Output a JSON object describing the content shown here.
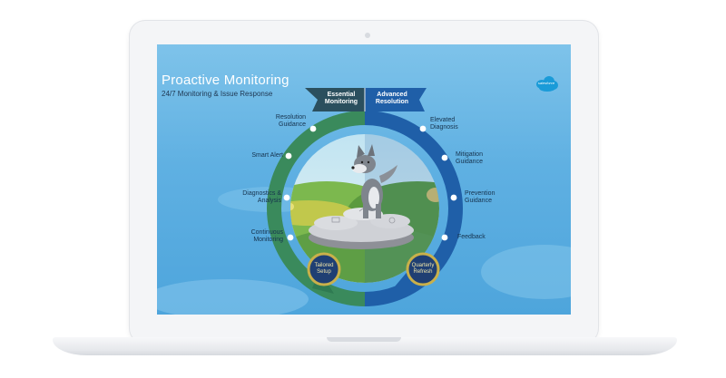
{
  "slide": {
    "title": "Proactive Monitoring",
    "subtitle": "24/7 Monitoring & Issue Response",
    "logo_text": "salesforce"
  },
  "banner": {
    "left": "Essential Monitoring",
    "left_line1": "Essential",
    "left_line2": "Monitoring",
    "right_line1": "Advanced",
    "right_line2": "Resolution"
  },
  "left_steps": [
    {
      "line1": "Resolution",
      "line2": "Guidance"
    },
    {
      "line1": "Smart Alert",
      "line2": ""
    },
    {
      "line1": "Diagnostics &",
      "line2": "Analysis"
    },
    {
      "line1": "Continuous",
      "line2": "Monitoring"
    }
  ],
  "right_steps": [
    {
      "line1": "Elevated",
      "line2": "Diagnosis"
    },
    {
      "line1": "Mitigation",
      "line2": "Guidance"
    },
    {
      "line1": "Prevention",
      "line2": "Guidance"
    },
    {
      "line1": "Feedback",
      "line2": ""
    }
  ],
  "badges": {
    "left": {
      "line1": "Tailored",
      "line2": "Setup"
    },
    "right": {
      "line1": "Quarterly",
      "line2": "Refresh"
    }
  },
  "colors": {
    "ring_green": "#3a8a5c",
    "ring_blue": "#1f5fa8",
    "banner": "#2b4f5e",
    "badge_fill": "#1f3f73",
    "badge_ring": "#c9b04a"
  }
}
